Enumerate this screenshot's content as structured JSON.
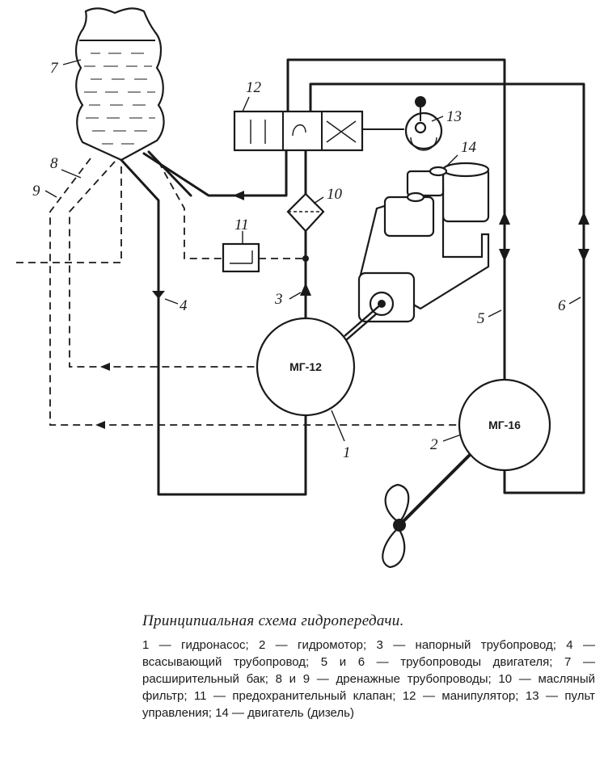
{
  "diagram": {
    "labels": {
      "l1": "1",
      "l2": "2",
      "l3": "3",
      "l4": "4",
      "l5": "5",
      "l6": "6",
      "l7": "7",
      "l8": "8",
      "l9": "9",
      "l10": "10",
      "l11": "11",
      "l12": "12",
      "l13": "13",
      "l14": "14"
    },
    "pump_unit": "МГ-12",
    "motor_unit": "МГ-16"
  },
  "caption": {
    "title": "Принципиальная схема гидропередачи.",
    "text": "1 — гидронасос; 2 — гидромотор; 3 — напорный трубопровод; 4 — всасывающий трубопровод; 5 и 6 — трубопроводы двигателя; 7 — расширительный бак; 8 и 9 — дренажные трубопроводы; 10 — масляный фильтр; 11 — предохранительный клапан; 12 — манипулятор; 13 — пульт управления; 14 — двигатель (дизель)"
  }
}
